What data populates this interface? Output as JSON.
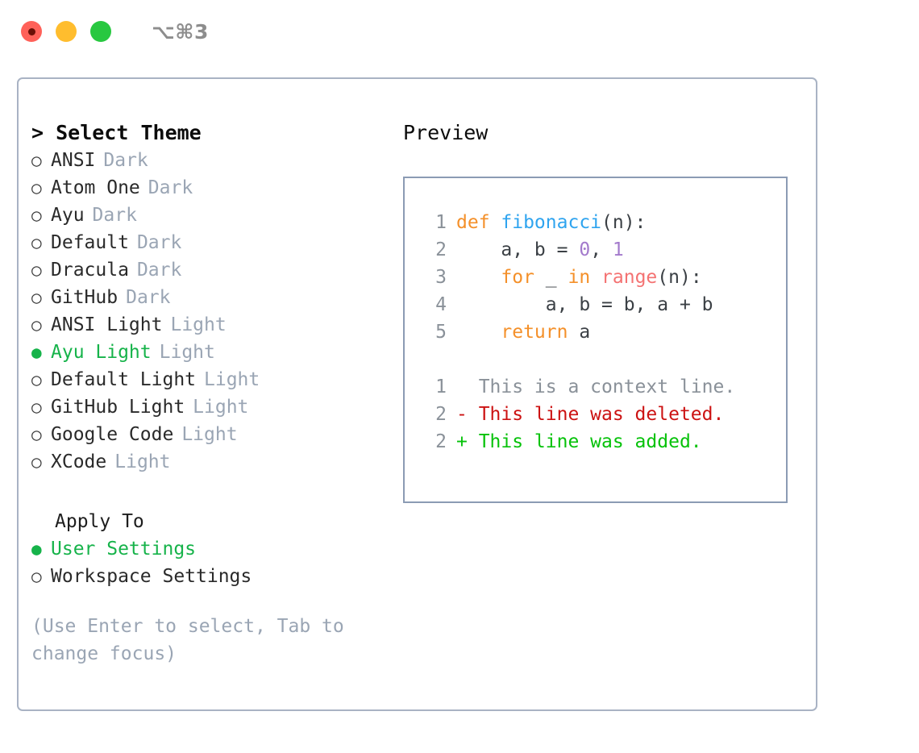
{
  "titlebar": {
    "shortcut": "⌥⌘3",
    "lights": [
      {
        "name": "close-button",
        "color": "#ff6159"
      },
      {
        "name": "minimize-button",
        "color": "#ffbd2e"
      },
      {
        "name": "maximize-button",
        "color": "#28c840"
      }
    ]
  },
  "theme_picker": {
    "heading": "> Select Theme",
    "options": [
      {
        "bullet": "○",
        "name": "ANSI",
        "variant": "Dark",
        "selected": false
      },
      {
        "bullet": "○",
        "name": "Atom One",
        "variant": "Dark",
        "selected": false
      },
      {
        "bullet": "○",
        "name": "Ayu",
        "variant": "Dark",
        "selected": false
      },
      {
        "bullet": "○",
        "name": "Default",
        "variant": "Dark",
        "selected": false
      },
      {
        "bullet": "○",
        "name": "Dracula",
        "variant": "Dark",
        "selected": false
      },
      {
        "bullet": "○",
        "name": "GitHub",
        "variant": "Dark",
        "selected": false
      },
      {
        "bullet": "○",
        "name": "ANSI Light",
        "variant": "Light",
        "selected": false
      },
      {
        "bullet": "●",
        "name": "Ayu Light",
        "variant": "Light",
        "selected": true
      },
      {
        "bullet": "○",
        "name": "Default Light",
        "variant": "Light",
        "selected": false
      },
      {
        "bullet": "○",
        "name": "GitHub Light",
        "variant": "Light",
        "selected": false
      },
      {
        "bullet": "○",
        "name": "Google Code",
        "variant": "Light",
        "selected": false
      },
      {
        "bullet": "○",
        "name": "XCode",
        "variant": "Light",
        "selected": false
      }
    ]
  },
  "apply_to": {
    "label": "Apply To",
    "options": [
      {
        "bullet": "●",
        "name": "User Settings",
        "selected": true
      },
      {
        "bullet": "○",
        "name": "Workspace Settings",
        "selected": false
      }
    ]
  },
  "hint": "(Use Enter to select, Tab to\nchange focus)",
  "preview": {
    "title": "Preview",
    "code_lines": [
      {
        "no": "1",
        "tokens": [
          {
            "t": "def ",
            "c": "kw"
          },
          {
            "t": "fibonacci",
            "c": "fn"
          },
          {
            "t": "(n):",
            "c": "txt"
          }
        ]
      },
      {
        "no": "2",
        "tokens": [
          {
            "t": "    a, b = ",
            "c": "txt"
          },
          {
            "t": "0",
            "c": "num"
          },
          {
            "t": ", ",
            "c": "txt"
          },
          {
            "t": "1",
            "c": "num"
          }
        ]
      },
      {
        "no": "3",
        "tokens": [
          {
            "t": "    ",
            "c": "txt"
          },
          {
            "t": "for",
            "c": "kw"
          },
          {
            "t": " _ ",
            "c": "txt"
          },
          {
            "t": "in",
            "c": "kw"
          },
          {
            "t": " ",
            "c": "txt"
          },
          {
            "t": "range",
            "c": "call"
          },
          {
            "t": "(n):",
            "c": "txt"
          }
        ]
      },
      {
        "no": "4",
        "tokens": [
          {
            "t": "        a, b = b, a + b",
            "c": "txt"
          }
        ]
      },
      {
        "no": "5",
        "tokens": [
          {
            "t": "    ",
            "c": "txt"
          },
          {
            "t": "return",
            "c": "kw"
          },
          {
            "t": " a",
            "c": "txt"
          }
        ]
      }
    ],
    "diff_lines": [
      {
        "no": "1",
        "marker": "  ",
        "text": "This is a context line.",
        "kind": "ctx"
      },
      {
        "no": "2",
        "marker": "- ",
        "text": "This line was deleted.",
        "kind": "del"
      },
      {
        "no": "2",
        "marker": "+ ",
        "text": "This line was added.",
        "kind": "add"
      }
    ]
  },
  "colors": {
    "keyword": "#f4902a",
    "function": "#2fa4ef",
    "number": "#a37acc",
    "builtin": "#f47272",
    "selected": "#16b34a",
    "muted": "#9aa5b4",
    "diff_add": "#06c20a",
    "diff_del": "#cc1212",
    "border": "#a9b3c4"
  }
}
